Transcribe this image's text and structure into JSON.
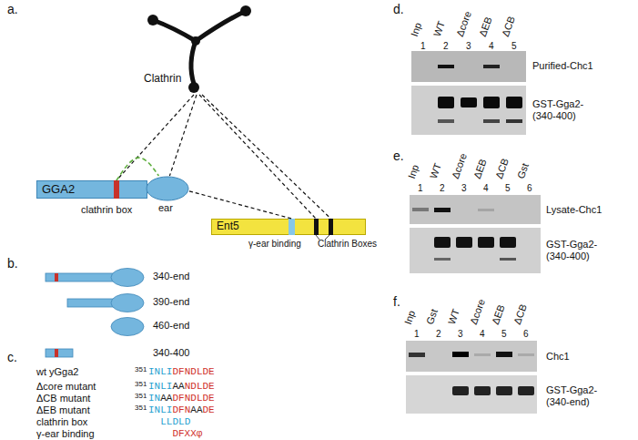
{
  "diagram": {
    "nodes": [
      {
        "text": [
          "Clathrin"
        ]
      },
      {
        "text": [
          "GGA2"
        ]
      },
      {
        "text": [
          "clathrin box"
        ],
        "in": 1
      },
      {
        "text": [
          "ear"
        ]
      },
      {
        "text": [
          "Ent5"
        ]
      },
      {
        "text": [
          "γ-ear binding"
        ],
        "in": 4
      },
      {
        "text": [
          "Clathrin Boxes"
        ],
        "in": 4
      }
    ],
    "edges": [
      {
        "from": 0,
        "to": 2,
        "arrow": "none"
      },
      {
        "from": 0,
        "to": 3,
        "arrow": "none"
      },
      {
        "from": 0,
        "to": 6,
        "arrow": "none"
      },
      {
        "from": 0,
        "to": 6,
        "arrow": "none"
      },
      {
        "from": 3,
        "to": 5,
        "arrow": "none"
      },
      {
        "from": 2,
        "to": 3,
        "arrow": "none"
      }
    ],
    "labels": [
      "a.",
      "b.",
      "340-end",
      "390-end",
      "460-end",
      "340-400",
      "c.",
      "wt yGga2",
      "351",
      "INLIDFNDLDE",
      "Δcore mutant",
      "351",
      "INLIAANDLDE",
      "ΔCB mutant",
      "351",
      "INAADFNDLDE",
      "ΔEB mutant",
      "351",
      "INLIDFNAADE",
      "clathrin box",
      "LLDLD",
      "γ-ear binding",
      "DFXXφ",
      "d.",
      "Inp",
      "1",
      "WT",
      "2",
      "Δcore",
      "3",
      "ΔEB",
      "4",
      "ΔCB",
      "5",
      "Purified-Chc1",
      "GST-Gga2- (340-400)",
      "e.",
      "Inp",
      "1",
      "WT",
      "2",
      "Δcore",
      "3",
      "ΔEB",
      "4",
      "ΔCB",
      "5",
      "Gst",
      "6",
      "Lysate-Chc1",
      "GST-Gga2- (340-400)",
      "f.",
      "Inp",
      "1",
      "Gst",
      "2",
      "WT",
      "3",
      "Δcore",
      "4",
      "ΔEB",
      "5",
      "ΔCB",
      "6",
      "Chc1",
      "GST-Gga2- (340-end)"
    ]
  }
}
